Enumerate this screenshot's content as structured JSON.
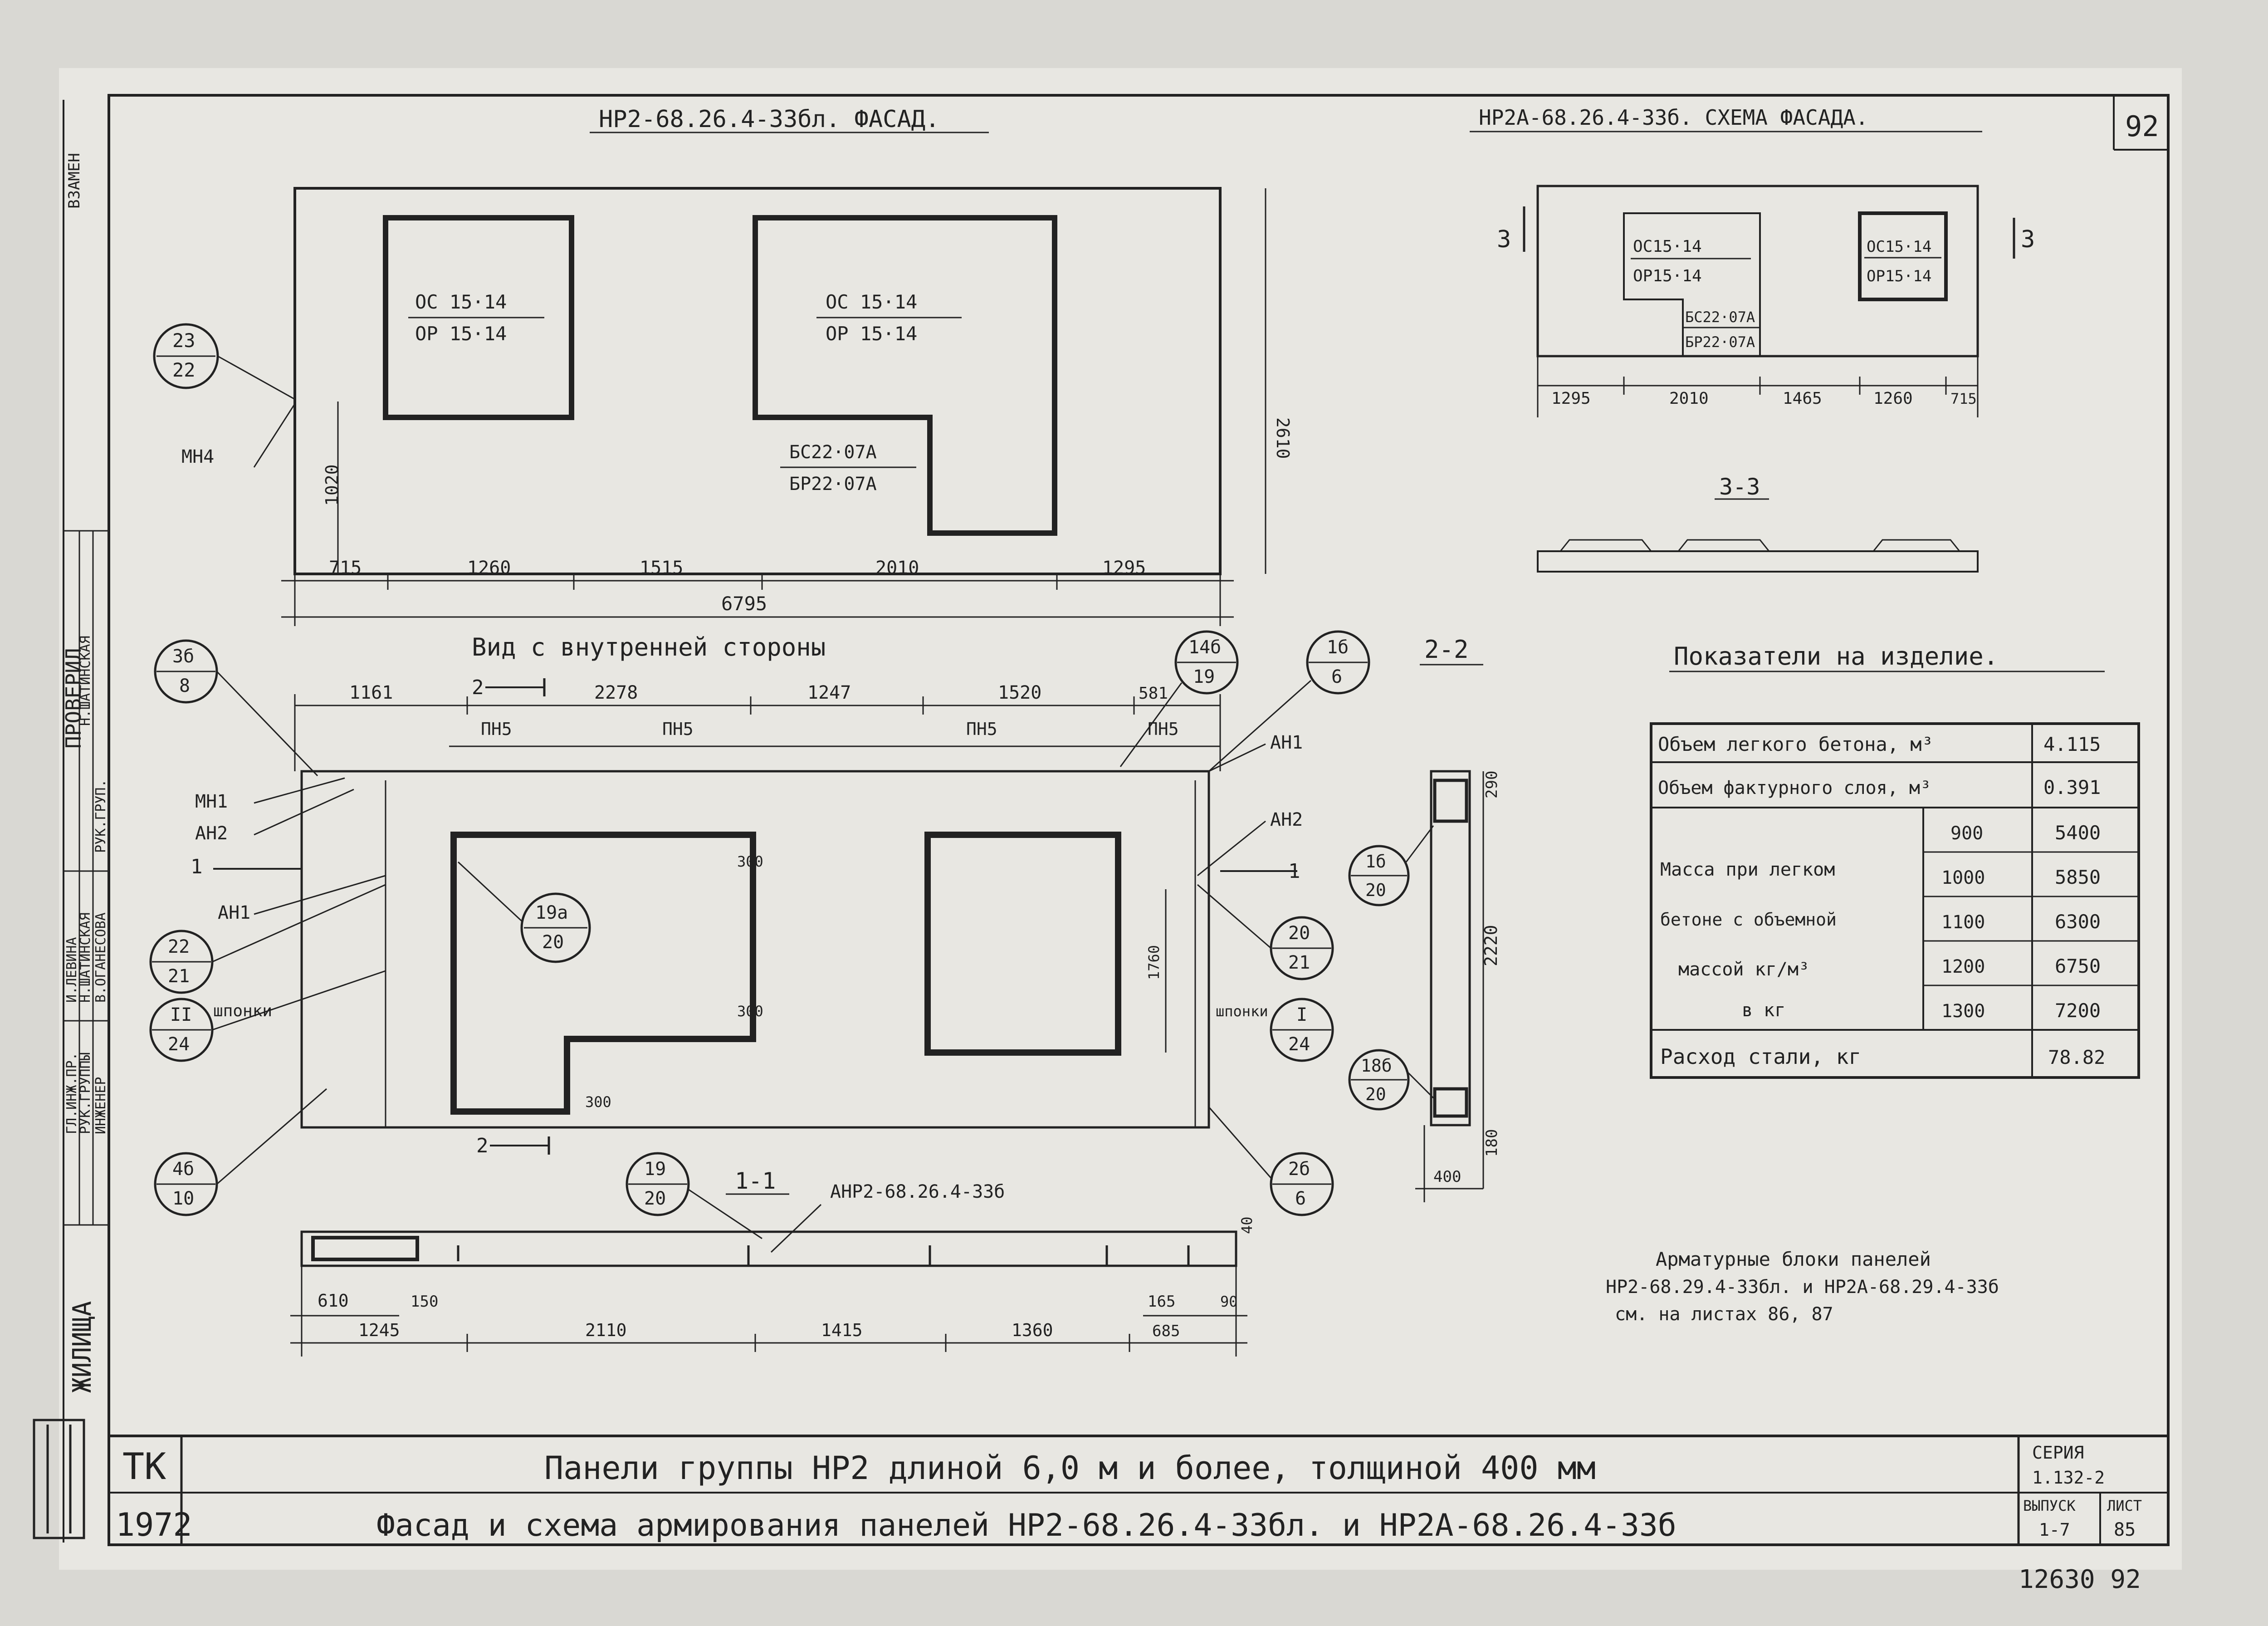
{
  "sheet_no": "92",
  "stamp": "12630 92",
  "left_strip": {
    "replace": "ВЗАМЕН",
    "checked": "ПРОВЕРИЛ",
    "housing": "ЖИЛИЩА",
    "rows": [
      {
        "role": "ГЛ.ИНЖ.ПР.",
        "name": "И.ЛЕВИНА"
      },
      {
        "role": "РУК.ГРУППЫ",
        "name": "Н.ШАТИНСКАЯ"
      },
      {
        "role": "ИНЖЕНЕР",
        "name": "В.ОГАНЕСОВА"
      },
      {
        "role": "РУК.ГРУП.",
        "name": "Н.ШАТИНСКАЯ"
      }
    ]
  },
  "facade": {
    "title": "НР2-68.26.4-33бл. ФАСАД.",
    "win1_top": "ОС 15·14",
    "win1_bot": "ОР 15·14",
    "win2_top": "ОС 15·14",
    "win2_bot": "ОР 15·14",
    "door_top": "БС22·07А",
    "door_bot": "БР22·07А",
    "mark_top": "23",
    "mark_bot": "22",
    "mn": "МН4",
    "h_left": "1020",
    "h_total": "2610",
    "dims": [
      "715",
      "1260",
      "1515",
      "2010",
      "1295"
    ],
    "total": "6795"
  },
  "scheme": {
    "title": "НР2А-68.26.4-33б. СХЕМА ФАСАДА.",
    "cut": "3",
    "w1_top": "ОС15·14",
    "w1_bot": "ОР15·14",
    "w2_top": "ОС15·14",
    "w2_bot": "ОР15·14",
    "door_top": "БС22·07А",
    "door_bot": "БР22·07А",
    "dims": [
      "1295",
      "2010",
      "1465",
      "1260",
      "715"
    ],
    "section_title": "3-3"
  },
  "inner": {
    "title": "Вид с внутренней стороны",
    "cut2": "2",
    "dims": [
      "1161",
      "2278",
      "1247",
      "1520",
      "581"
    ],
    "pn": [
      "ПН5",
      "ПН5",
      "ПН5",
      "ПН5"
    ],
    "mn1": "МН1",
    "an2_left": "АН2",
    "an1_left": "АН1",
    "an1_right": "АН1",
    "an2_right": "АН2",
    "cut1": "1",
    "shponki": "шпонки",
    "d300_1": "300",
    "d300_2": "300",
    "d300_3": "300",
    "h1760": "1760",
    "circles": [
      {
        "top": "3б",
        "bot": "8"
      },
      {
        "top": "22",
        "bot": "21"
      },
      {
        "top": "II",
        "bot": "24"
      },
      {
        "top": "4б",
        "bot": "10"
      },
      {
        "top": "19а",
        "bot": "20"
      },
      {
        "top": "14б",
        "bot": "19"
      },
      {
        "top": "1б",
        "bot": "6"
      },
      {
        "top": "20",
        "bot": "21"
      },
      {
        "top": "I",
        "bot": "24"
      },
      {
        "top": "2б",
        "bot": "6"
      }
    ]
  },
  "section11": {
    "title": "1-1",
    "ref": "АНР2-68.26.4-33б",
    "circle_top": "19",
    "circle_bot": "20",
    "dims_top": [
      "610",
      "150",
      "165",
      "90"
    ],
    "dims_bot": [
      "1245",
      "2110",
      "1415",
      "1360",
      "685"
    ],
    "d40": "40"
  },
  "section22": {
    "title": "2-2",
    "dims": [
      "290",
      "2220",
      "180",
      "400"
    ],
    "c1_top": "1б",
    "c1_bot": "20",
    "c2_top": "18б",
    "c2_bot": "20"
  },
  "indicators": {
    "title": "Показатели на изделие.",
    "row1_label": "Объем легкого бетона, м³",
    "row1_val": "4.115",
    "row2_label": "Объем фактурного слоя, м³",
    "row2_val": "0.391",
    "mass_lines": [
      "Масса при легком",
      "бетоне с объемной",
      "массой  кг/м³",
      "в кг"
    ],
    "densities": [
      "900",
      "1000",
      "1100",
      "1200",
      "1300"
    ],
    "masses": [
      "5400",
      "5850",
      "6300",
      "6750",
      "7200"
    ],
    "steel_label": "Расход стали, кг",
    "steel_val": "78.82"
  },
  "note": {
    "l1": "Арматурные блоки панелей",
    "l2": "НР2-68.29.4-33бл. и НР2А-68.29.4-33б",
    "l3": "см. на листах 86, 87"
  },
  "title_block": {
    "tk": "ТК",
    "year": "1972",
    "line1": "Панели группы НР2 длиной 6,0 м и более,   толщиной 400 мм",
    "line2": "Фасад и схема армирования панелей НР2-68.26.4-33бл. и НР2А-68.26.4-33б",
    "series_label": "СЕРИЯ",
    "series_val": "1.132-2",
    "issue_label": "ВЫПУСК",
    "issue_val": "1-7",
    "sheet_label": "ЛИСТ",
    "sheet_val": "85"
  }
}
